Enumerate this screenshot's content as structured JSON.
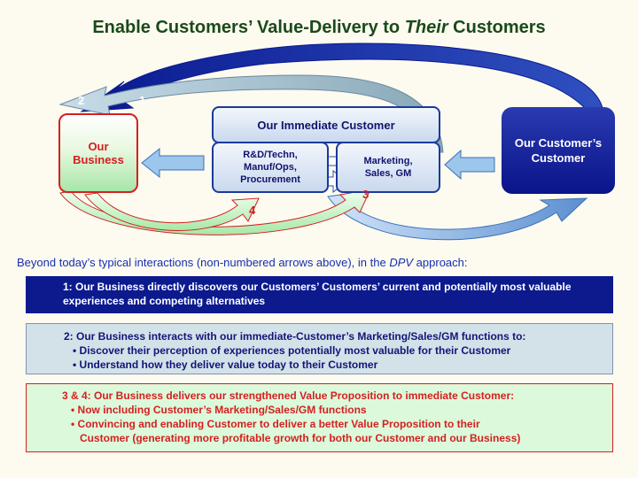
{
  "title": {
    "pre": "Enable Customers’ Value-Delivery to ",
    "em": "Their",
    "post": " Customers"
  },
  "nodes": {
    "our_business": [
      "Our",
      "Business"
    ],
    "immediate_customer": "Our Immediate Customer",
    "rnd": [
      "R&D/Techn,",
      "Manuf/Ops,",
      "Procurement"
    ],
    "marketing": [
      "Marketing,",
      "Sales, GM"
    ],
    "customers_customer": [
      "Our Customer’s",
      "Customer"
    ]
  },
  "arrow_labels": {
    "a1": "1",
    "a2": "2",
    "a3": "3",
    "a4": "4"
  },
  "colors": {
    "navy": "#0c1a8e",
    "red": "#d42020",
    "green_fill": "#c8f0c0",
    "blue_fill": "#b8d4f0"
  },
  "intro": {
    "pre": "Beyond today’s typical interactions (non-numbered arrows above), in the ",
    "em": "DPV",
    "post": " approach:"
  },
  "panels": {
    "p1": "1: Our Business directly discovers our Customers’ Customers’ current and potentially most valuable experiences and competing alternatives",
    "p2": {
      "head": "2: Our Business interacts with our immediate-Customer’s Marketing/Sales/GM functions to:",
      "bullets": [
        "Discover their perception of experiences potentially most valuable for their Customer",
        "Understand how they deliver value today to their Customer"
      ]
    },
    "p3": {
      "head": "3 & 4: Our Business delivers our strengthened Value Proposition to immediate Customer:",
      "bullets": [
        "Now including Customer’s Marketing/Sales/GM functions",
        "Convincing and enabling Customer to deliver a better Value Proposition to their"
      ],
      "cont": "Customer (generating more profitable growth for both our Customer and our Business)"
    }
  }
}
